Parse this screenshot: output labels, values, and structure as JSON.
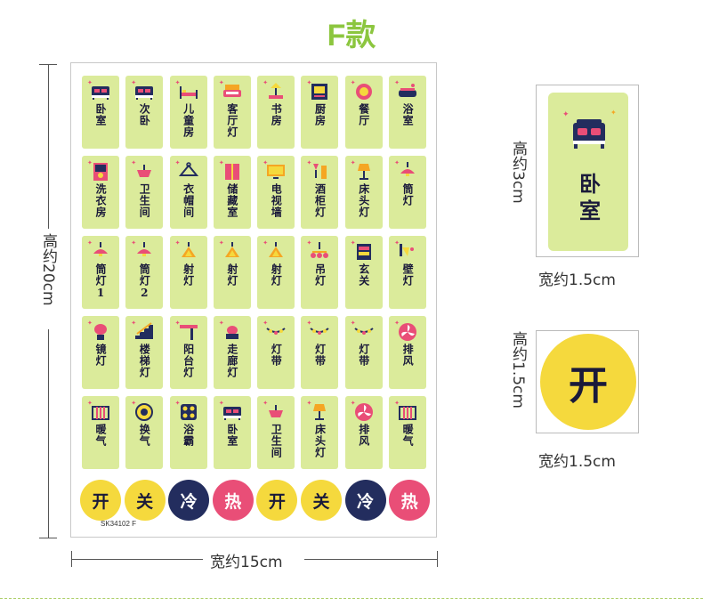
{
  "title": "F款",
  "code": "SK34102 F",
  "height_label": "高约20cm",
  "width_label": "宽约15cm",
  "tiles": [
    {
      "label": "卧室",
      "icon": "bed"
    },
    {
      "label": "次卧",
      "icon": "bed"
    },
    {
      "label": "儿童房",
      "icon": "kid-bed"
    },
    {
      "label": "客厅灯",
      "icon": "sofa"
    },
    {
      "label": "书房",
      "icon": "desk-lamp"
    },
    {
      "label": "厨房",
      "icon": "stove"
    },
    {
      "label": "餐厅",
      "icon": "plate"
    },
    {
      "label": "浴室",
      "icon": "bathtub"
    },
    {
      "label": "洗衣房",
      "icon": "washer"
    },
    {
      "label": "卫生间",
      "icon": "basin"
    },
    {
      "label": "衣帽间",
      "icon": "hanger"
    },
    {
      "label": "储藏室",
      "icon": "cabinet"
    },
    {
      "label": "电视墙",
      "icon": "tv"
    },
    {
      "label": "酒柜灯",
      "icon": "wine"
    },
    {
      "label": "床头灯",
      "icon": "lamp"
    },
    {
      "label": "筒灯",
      "icon": "downlight"
    },
    {
      "label": "筒灯1",
      "icon": "downlight"
    },
    {
      "label": "筒灯2",
      "icon": "downlight"
    },
    {
      "label": "射灯",
      "icon": "spot"
    },
    {
      "label": "射灯",
      "icon": "spot"
    },
    {
      "label": "射灯",
      "icon": "spot"
    },
    {
      "label": "吊灯",
      "icon": "chandelier"
    },
    {
      "label": "玄关",
      "icon": "shoe-cabinet"
    },
    {
      "label": "壁灯",
      "icon": "wall-lamp"
    },
    {
      "label": "镜灯",
      "icon": "mirror"
    },
    {
      "label": "楼梯灯",
      "icon": "stairs"
    },
    {
      "label": "阳台灯",
      "icon": "balcony"
    },
    {
      "label": "走廊灯",
      "icon": "corridor"
    },
    {
      "label": "灯带",
      "icon": "strip"
    },
    {
      "label": "灯带",
      "icon": "strip"
    },
    {
      "label": "灯带",
      "icon": "strip"
    },
    {
      "label": "排风",
      "icon": "fan"
    },
    {
      "label": "暖气",
      "icon": "heater"
    },
    {
      "label": "换气",
      "icon": "vent"
    },
    {
      "label": "浴霸",
      "icon": "bath-heater"
    },
    {
      "label": "卧室",
      "icon": "bed"
    },
    {
      "label": "卫生间",
      "icon": "basin"
    },
    {
      "label": "床头灯",
      "icon": "lamp"
    },
    {
      "label": "排风",
      "icon": "fan"
    },
    {
      "label": "暖气",
      "icon": "heater"
    }
  ],
  "circles": [
    {
      "label": "开",
      "bg": "#f5d93d",
      "fg": "#1a1a3a"
    },
    {
      "label": "关",
      "bg": "#f5d93d",
      "fg": "#1a1a3a"
    },
    {
      "label": "冷",
      "bg": "#232d5e",
      "fg": "#ffffff"
    },
    {
      "label": "热",
      "bg": "#e94e77",
      "fg": "#ffffff"
    },
    {
      "label": "开",
      "bg": "#f5d93d",
      "fg": "#1a1a3a"
    },
    {
      "label": "关",
      "bg": "#f5d93d",
      "fg": "#1a1a3a"
    },
    {
      "label": "冷",
      "bg": "#232d5e",
      "fg": "#ffffff"
    },
    {
      "label": "热",
      "bg": "#e94e77",
      "fg": "#ffffff"
    }
  ],
  "big_card": {
    "label": "卧室",
    "height_label": "高约3cm",
    "width_label": "宽约1.5cm"
  },
  "circle_card": {
    "label": "开",
    "height_label": "高约1.5cm",
    "width_label": "宽约1.5cm"
  },
  "colors": {
    "tile_bg": "#dbeb9b",
    "title": "#8cc63f",
    "yellow": "#f5d93d",
    "navy": "#232d5e",
    "pink": "#e94e77"
  }
}
